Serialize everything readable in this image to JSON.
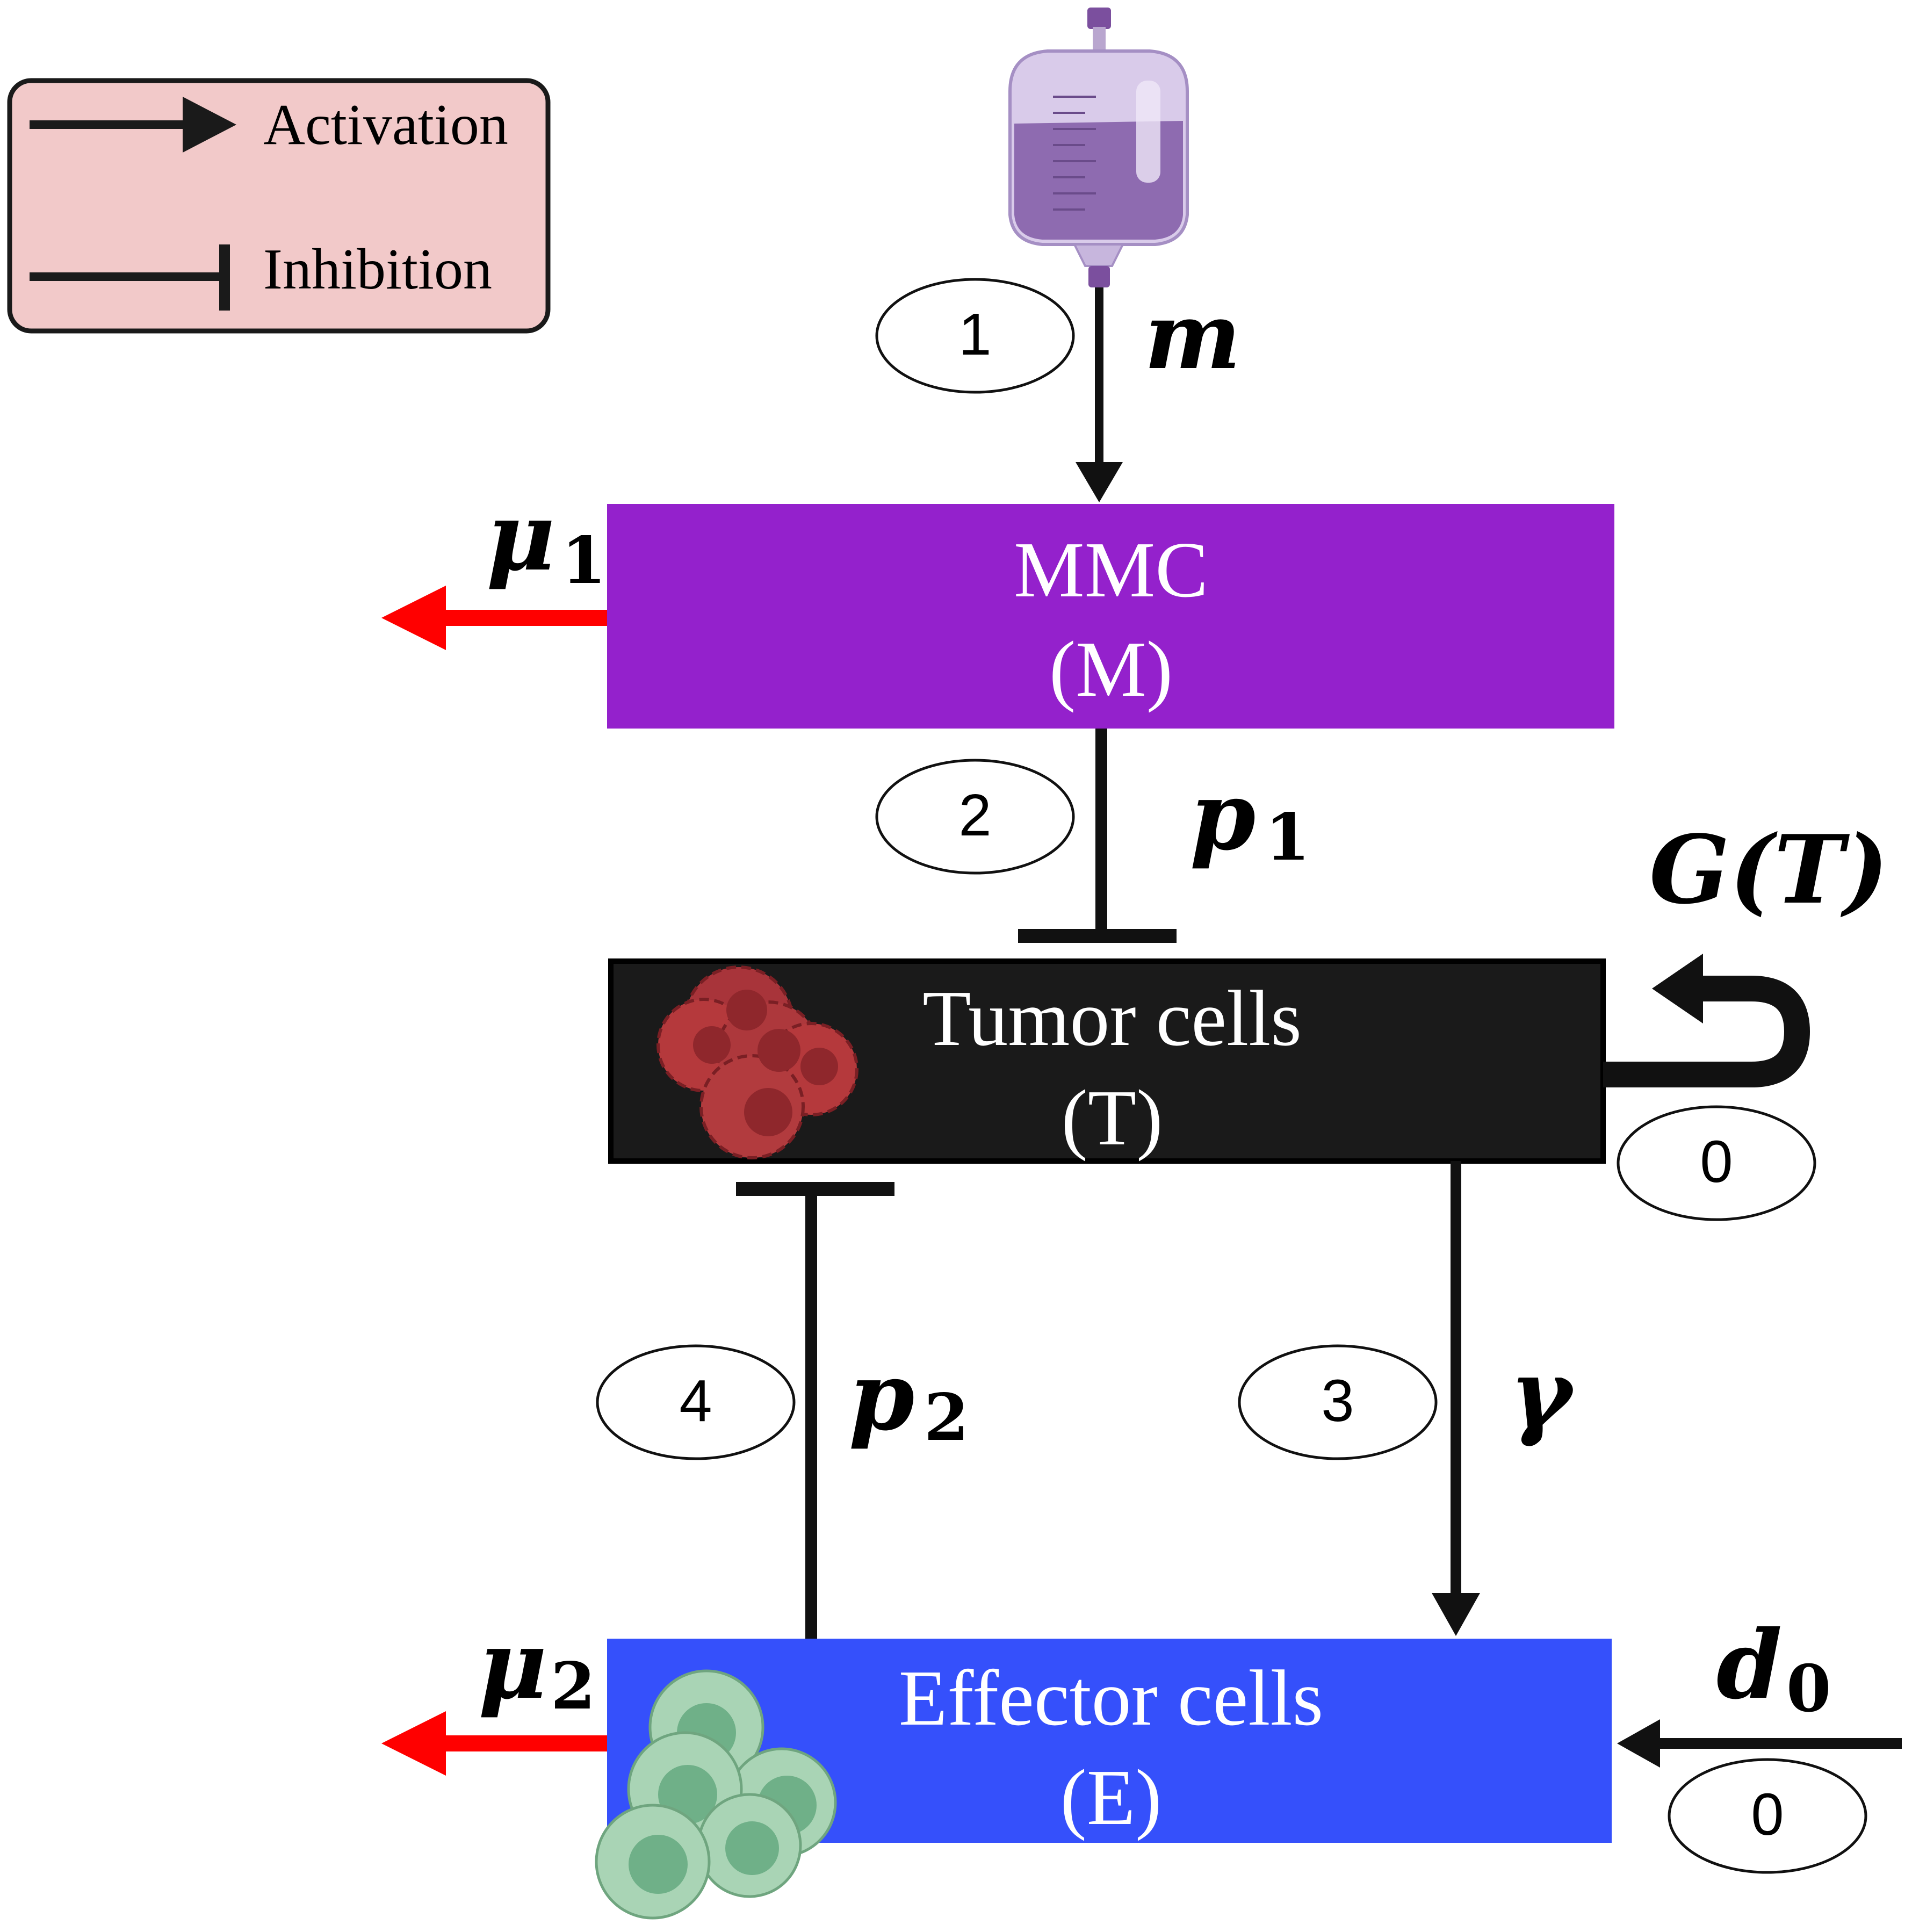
{
  "legend": {
    "activation_label": "Activation",
    "inhibition_label": "Inhibition"
  },
  "boxes": {
    "mmc": {
      "line1": "MMC",
      "line2": "(M)",
      "color": "#9421cc"
    },
    "tumor": {
      "line1": "Tumor  cells",
      "line2": "(T)",
      "color": "#1a1a1a"
    },
    "effector": {
      "line1": "Effector cells",
      "line2": "(E)",
      "color": "#3550fb"
    }
  },
  "steps": {
    "s1": "1",
    "s2": "2",
    "s3": "3",
    "s4": "4",
    "s0_tumor": "0",
    "s0_effector": "0"
  },
  "params": {
    "m": "m",
    "mu1_base": "μ",
    "mu1_sub": "1",
    "mu2_base": "μ",
    "mu2_sub": "2",
    "p1_base": "p",
    "p1_sub": "1",
    "p2_base": "p",
    "p2_sub": "2",
    "gamma": "γ",
    "d0_base": "d",
    "d0_sub": "0",
    "growth": "G(T)"
  },
  "colors": {
    "legend_bg": "#f2c9c9",
    "decay_arrow": "#ff0000",
    "tumor_cell": "#b5393c",
    "effector_cell": "#a9d4b5"
  }
}
